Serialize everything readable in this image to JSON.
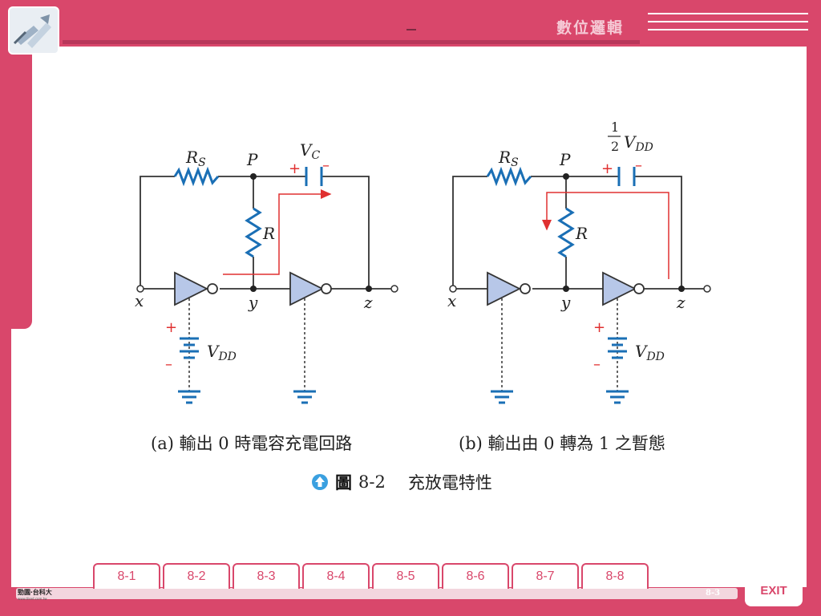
{
  "header": {
    "title": "數位邏輯",
    "dash": "–"
  },
  "figure": {
    "caption_a": "(a) 輸出 0 時電容充電回路",
    "caption_b": "(b) 輸出由 0 轉為 1 之暫態",
    "label": "圖",
    "number": "8-2",
    "title": "充放電特性"
  },
  "circuit": {
    "rs": "R",
    "rs_sub": "S",
    "p": "P",
    "r": "R",
    "vc": "V",
    "vc_sub": "C",
    "half_num": "1",
    "half_den": "2",
    "vdd": "V",
    "vdd_sub": "DD",
    "x": "x",
    "y": "y",
    "z": "z",
    "plus": "+",
    "minus": "–"
  },
  "tabs": [
    "8-1",
    "8-2",
    "8-3",
    "8-4",
    "8-5",
    "8-6",
    "8-7",
    "8-8"
  ],
  "footer": {
    "brand": "勁園‧台科大",
    "brand_sub": "www.tiked.com.tw",
    "page": "8-3",
    "exit": "EXIT"
  },
  "colors": {
    "frame": "#d9476b",
    "wire": "#333333",
    "resistor": "#1a6fb5",
    "arrow": "#e03030",
    "gate_fill": "#b7c7e8"
  }
}
